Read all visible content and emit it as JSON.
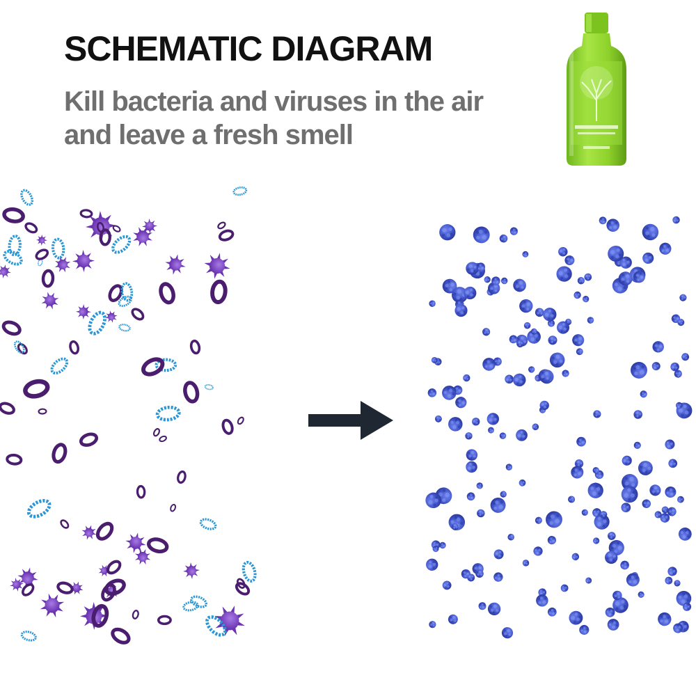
{
  "header": {
    "title": "SCHEMATIC DIAGRAM",
    "subtitle_line1": "Kill bacteria and viruses in the air",
    "subtitle_line2": "and leave a fresh smell"
  },
  "product": {
    "icon": "green-bottle-with-tree-label",
    "color": "#8fd12b"
  },
  "colors": {
    "virus": "#7d45c4",
    "ring_dark": "#4a1d6e",
    "ring_blue": "#2a96d4",
    "clean_particle": "#3f52c7",
    "arrow": "#1f2733"
  }
}
